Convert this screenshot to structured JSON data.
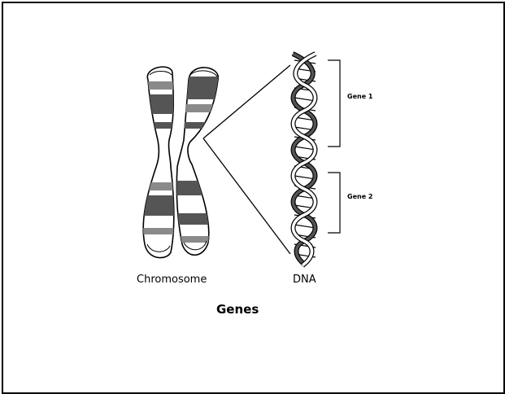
{
  "labels": {
    "chromosome": "Chromosome",
    "dna": "DNA",
    "title": "Genes",
    "gene1": "Gene 1",
    "gene2": "Gene 2"
  },
  "colors": {
    "border": "#000000",
    "background": "#ffffff",
    "band_dark": "#555555",
    "band_mid": "#8a8a8a",
    "band_light": "#cfcfcf"
  },
  "icons": [
    "chromosome-icon",
    "dna-double-helix-icon"
  ]
}
